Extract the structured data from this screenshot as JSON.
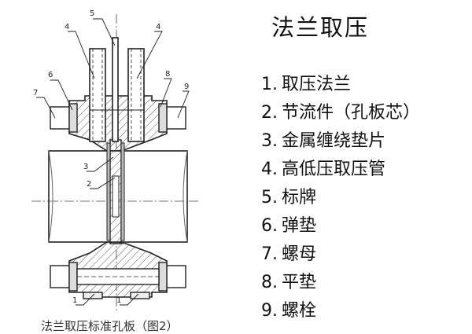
{
  "title": "法兰取压",
  "legend": [
    {
      "num": "1.",
      "text": "取压法兰"
    },
    {
      "num": "2.",
      "text": "节流件（孔板芯）"
    },
    {
      "num": "3.",
      "text": "金属缠绕垫片"
    },
    {
      "num": "4.",
      "text": "高低压取压管"
    },
    {
      "num": "5.",
      "text": "标牌"
    },
    {
      "num": "6.",
      "text": "弹垫"
    },
    {
      "num": "7.",
      "text": "螺母"
    },
    {
      "num": "8.",
      "text": "平垫"
    },
    {
      "num": "9.",
      "text": "螺栓"
    }
  ],
  "callouts": [
    "5",
    "4",
    "4",
    "6",
    "8",
    "7",
    "9",
    "3",
    "2",
    "1",
    "1"
  ],
  "caption": "法兰取压标准孔板（图2）"
}
